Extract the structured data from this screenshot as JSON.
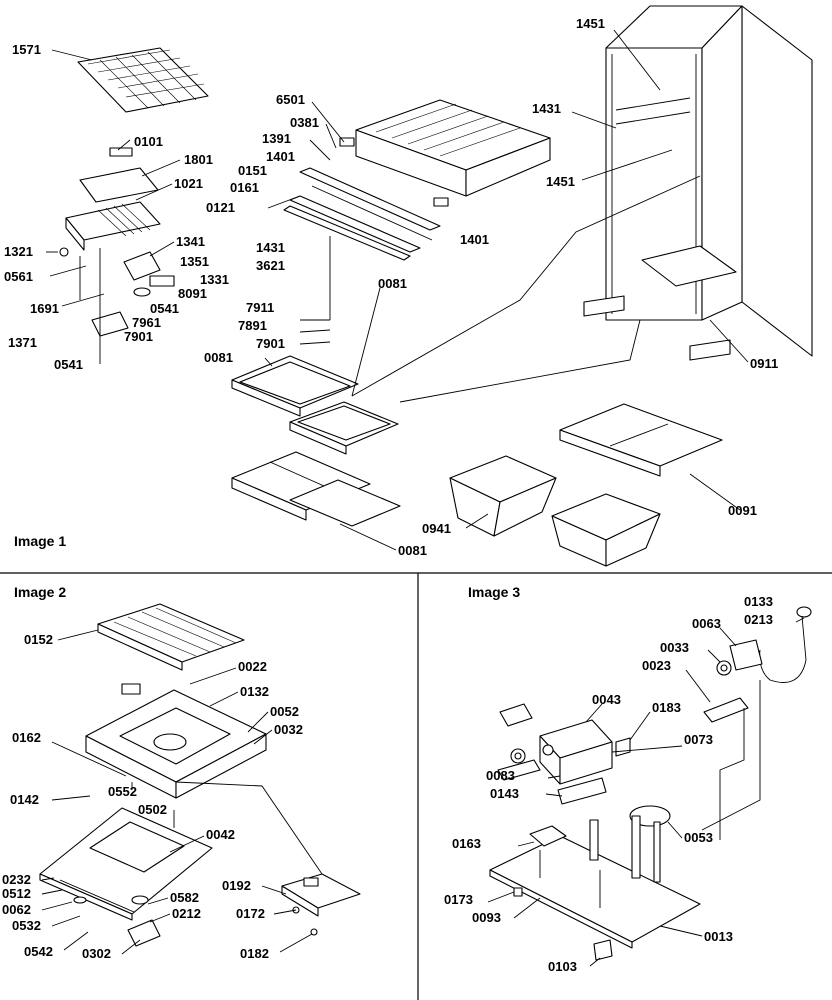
{
  "panels": [
    {
      "id": "image1",
      "title": "Image 1"
    },
    {
      "id": "image2",
      "title": "Image 2"
    },
    {
      "id": "image3",
      "title": "Image 3"
    }
  ],
  "callouts": [
    {
      "panel": "image1",
      "label": "1571"
    },
    {
      "panel": "image1",
      "label": "0101"
    },
    {
      "panel": "image1",
      "label": "1801"
    },
    {
      "panel": "image1",
      "label": "1021"
    },
    {
      "panel": "image1",
      "label": "1321"
    },
    {
      "panel": "image1",
      "label": "0561"
    },
    {
      "panel": "image1",
      "label": "1341"
    },
    {
      "panel": "image1",
      "label": "1351"
    },
    {
      "panel": "image1",
      "label": "1331"
    },
    {
      "panel": "image1",
      "label": "8091"
    },
    {
      "panel": "image1",
      "label": "0541"
    },
    {
      "panel": "image1",
      "label": "7961"
    },
    {
      "panel": "image1",
      "label": "7901"
    },
    {
      "panel": "image1",
      "label": "1691"
    },
    {
      "panel": "image1",
      "label": "1371"
    },
    {
      "panel": "image1",
      "label": "0541"
    },
    {
      "panel": "image1",
      "label": "6501"
    },
    {
      "panel": "image1",
      "label": "0381"
    },
    {
      "panel": "image1",
      "label": "1391"
    },
    {
      "panel": "image1",
      "label": "1401"
    },
    {
      "panel": "image1",
      "label": "0151"
    },
    {
      "panel": "image1",
      "label": "0161"
    },
    {
      "panel": "image1",
      "label": "0121"
    },
    {
      "panel": "image1",
      "label": "1431"
    },
    {
      "panel": "image1",
      "label": "3621"
    },
    {
      "panel": "image1",
      "label": "1401"
    },
    {
      "panel": "image1",
      "label": "7911"
    },
    {
      "panel": "image1",
      "label": "7891"
    },
    {
      "panel": "image1",
      "label": "7901"
    },
    {
      "panel": "image1",
      "label": "0081"
    },
    {
      "panel": "image1",
      "label": "0081"
    },
    {
      "panel": "image1",
      "label": "0081"
    },
    {
      "panel": "image1",
      "label": "1451"
    },
    {
      "panel": "image1",
      "label": "1431"
    },
    {
      "panel": "image1",
      "label": "1451"
    },
    {
      "panel": "image1",
      "label": "0911"
    },
    {
      "panel": "image1",
      "label": "0941"
    },
    {
      "panel": "image1",
      "label": "0091"
    },
    {
      "panel": "image2",
      "label": "0152"
    },
    {
      "panel": "image2",
      "label": "0022"
    },
    {
      "panel": "image2",
      "label": "0132"
    },
    {
      "panel": "image2",
      "label": "0052"
    },
    {
      "panel": "image2",
      "label": "0032"
    },
    {
      "panel": "image2",
      "label": "0162"
    },
    {
      "panel": "image2",
      "label": "0552"
    },
    {
      "panel": "image2",
      "label": "0142"
    },
    {
      "panel": "image2",
      "label": "0502"
    },
    {
      "panel": "image2",
      "label": "0042"
    },
    {
      "panel": "image2",
      "label": "0232"
    },
    {
      "panel": "image2",
      "label": "0512"
    },
    {
      "panel": "image2",
      "label": "0062"
    },
    {
      "panel": "image2",
      "label": "0532"
    },
    {
      "panel": "image2",
      "label": "0582"
    },
    {
      "panel": "image2",
      "label": "0212"
    },
    {
      "panel": "image2",
      "label": "0542"
    },
    {
      "panel": "image2",
      "label": "0302"
    },
    {
      "panel": "image2",
      "label": "0192"
    },
    {
      "panel": "image2",
      "label": "0172"
    },
    {
      "panel": "image2",
      "label": "0182"
    },
    {
      "panel": "image3",
      "label": "0133"
    },
    {
      "panel": "image3",
      "label": "0213"
    },
    {
      "panel": "image3",
      "label": "0063"
    },
    {
      "panel": "image3",
      "label": "0033"
    },
    {
      "panel": "image3",
      "label": "0023"
    },
    {
      "panel": "image3",
      "label": "0043"
    },
    {
      "panel": "image3",
      "label": "0183"
    },
    {
      "panel": "image3",
      "label": "0073"
    },
    {
      "panel": "image3",
      "label": "0083"
    },
    {
      "panel": "image3",
      "label": "0143"
    },
    {
      "panel": "image3",
      "label": "0163"
    },
    {
      "panel": "image3",
      "label": "0053"
    },
    {
      "panel": "image3",
      "label": "0173"
    },
    {
      "panel": "image3",
      "label": "0093"
    },
    {
      "panel": "image3",
      "label": "0013"
    },
    {
      "panel": "image3",
      "label": "0103"
    }
  ]
}
